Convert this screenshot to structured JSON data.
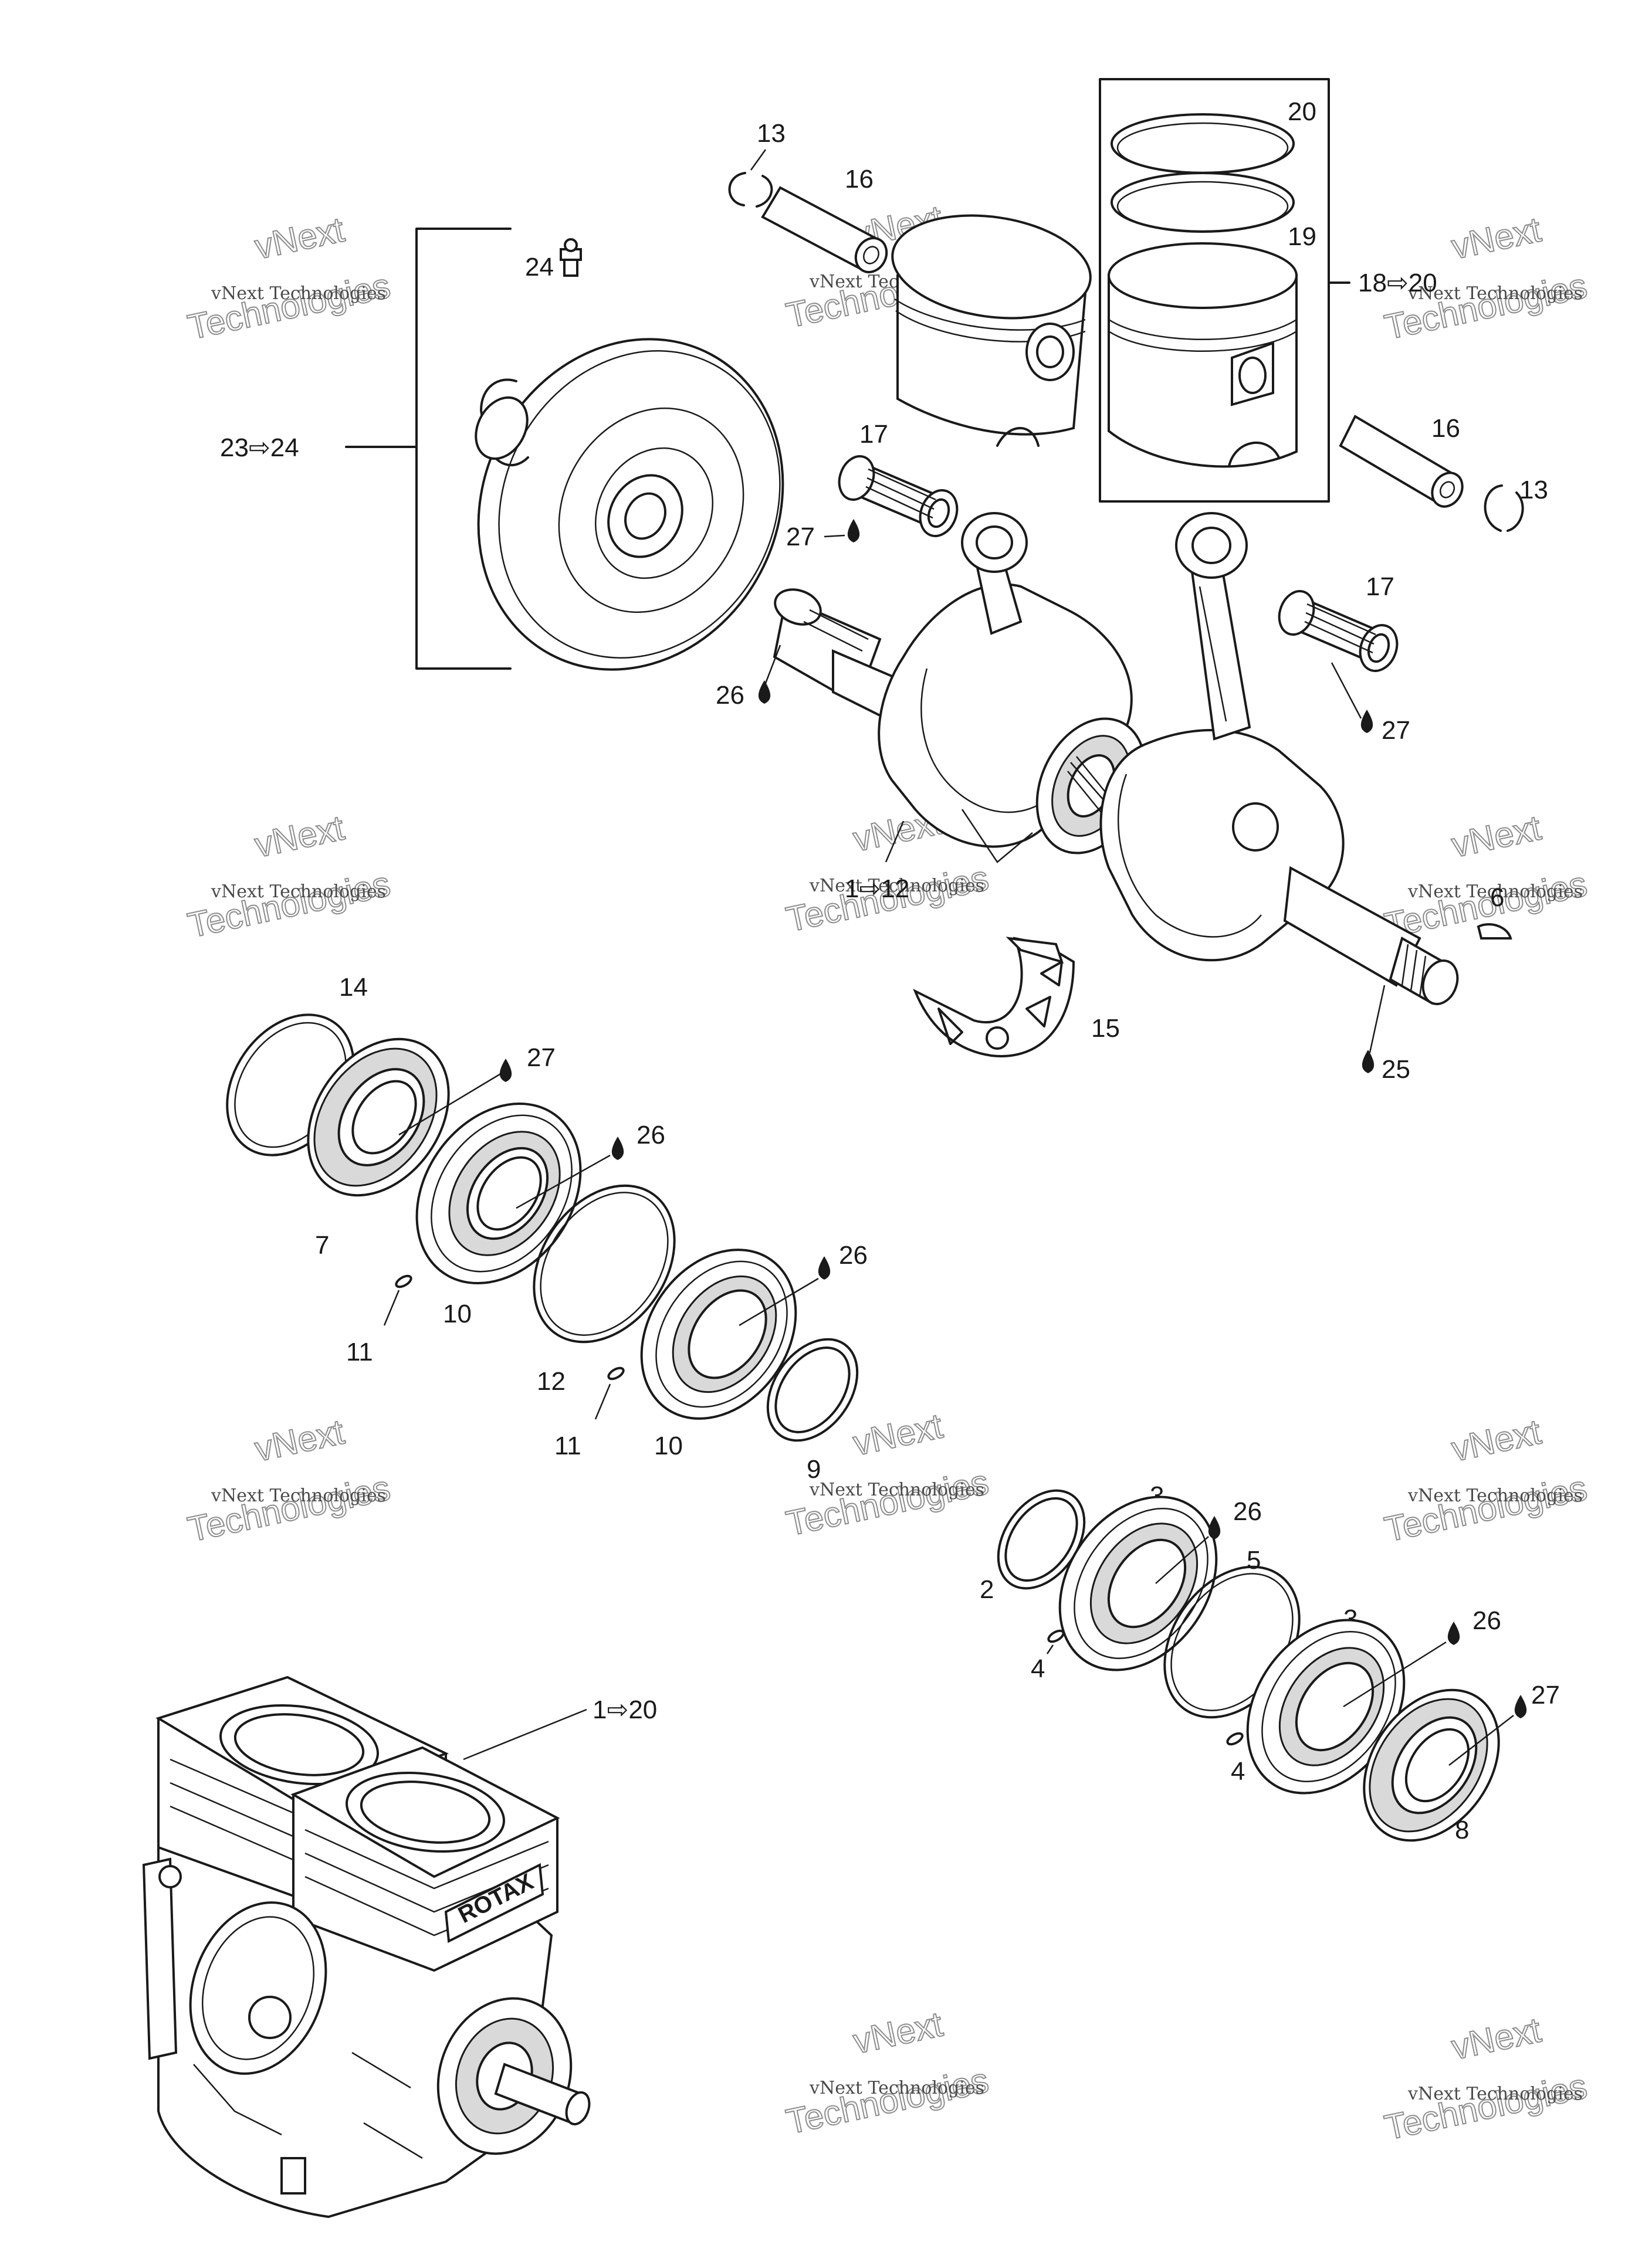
{
  "diagram": {
    "labels": {
      "l1_20": "1⇨20",
      "l1_12": "1⇨12",
      "l2": "2",
      "l3a": "3",
      "l3b": "3",
      "l4a": "4",
      "l4b": "4",
      "l5": "5",
      "l6": "6",
      "l7": "7",
      "l8": "8",
      "l9": "9",
      "l10a": "10",
      "l10b": "10",
      "l11a": "11",
      "l11b": "11",
      "l12": "12",
      "l13a": "13",
      "l13b": "13",
      "l14": "14",
      "l15": "15",
      "l16a": "16",
      "l16b": "16",
      "l17a": "17",
      "l17b": "17",
      "l18_20": "18⇨20",
      "l19": "19",
      "l20": "20",
      "l23_24": "23⇨24",
      "l24": "24",
      "l25": "25",
      "l26a": "26",
      "l26b": "26",
      "l26c": "26",
      "l26d": "26",
      "l26e": "26",
      "l27a": "27",
      "l27b": "27",
      "l27c": "27",
      "l27d": "27"
    },
    "watermark": {
      "line1": "vNext Technologies",
      "line2": "vNext",
      "line3": "Technologies"
    },
    "engine_logo": "ROTAX"
  }
}
